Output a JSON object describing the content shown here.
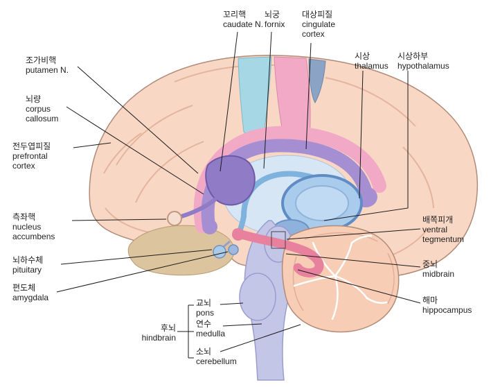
{
  "diagram": {
    "subject": "sagittal brain section with Korean/English anatomical labels",
    "background": "#ffffff"
  },
  "colors": {
    "cortex": "#F8D7C5",
    "outline": "#B08B78",
    "sulci": "#E0AE96",
    "cingulate_pink": "#F1A9C6",
    "corpus_callosum_purple": "#A58FD2",
    "fornix_blue": "#7FB2DC",
    "thalamus_fill": "#A9CBEC",
    "thalamus_ring": "#5F8CC4",
    "caudate_purple": "#8F7BC6",
    "brainstem_lavender": "#C4C6E8",
    "cerebellum_peach": "#F7CDB5",
    "temporal_tan": "#DCC49E",
    "hippocampus_pink": "#E8819E",
    "patch_teal": "#A6D7E4",
    "patch_slate": "#8BA3C4",
    "leader_line": "#1a1a1a",
    "label_text": "#1f1f1f"
  },
  "labels": {
    "putamen": {
      "ko": "조가비핵",
      "en": "putamen N."
    },
    "corpus_callosum": {
      "ko": "뇌량",
      "en": "corpus\ncallosum"
    },
    "prefrontal": {
      "ko": "전두엽피질",
      "en": "prefrontal\ncortex"
    },
    "nucleus_accumbens": {
      "ko": "측좌핵",
      "en": "nucleus\naccumbens"
    },
    "pituitary": {
      "ko": "뇌하수체",
      "en": "pituitary"
    },
    "amygdala": {
      "ko": "편도체",
      "en": "amygdala"
    },
    "caudate": {
      "ko": "꼬리핵",
      "en": "caudate N."
    },
    "fornix": {
      "ko": "뇌궁",
      "en": "fornix"
    },
    "cingulate": {
      "ko": "대상피질",
      "en": "cingulate\ncortex"
    },
    "thalamus": {
      "ko": "시상",
      "en": "thalamus"
    },
    "hypothalamus": {
      "ko": "시상하부",
      "en": "hypothalamus"
    },
    "ventral_tegmentum": {
      "ko": "배쪽피개",
      "en": "ventral\ntegmentum"
    },
    "midbrain": {
      "ko": "중뇌",
      "en": "midbrain"
    },
    "hippocampus": {
      "ko": "해마",
      "en": "hippocampus"
    },
    "pons": {
      "ko": "교뇌",
      "en": "pons"
    },
    "hindbrain": {
      "ko": "후뇌",
      "en": "hindbrain"
    },
    "medulla": {
      "ko": "연수",
      "en": "medulla"
    },
    "cerebellum": {
      "ko": "소뇌",
      "en": "cerebellum"
    }
  }
}
